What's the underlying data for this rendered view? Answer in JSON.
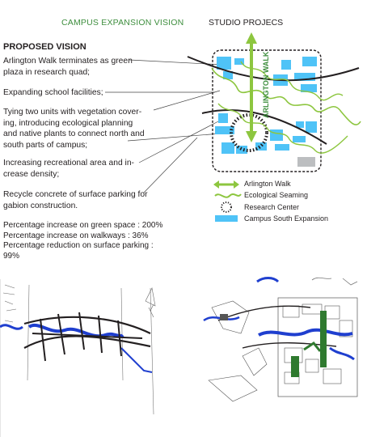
{
  "header": {
    "left_title": "CAMPUS EXPANSION VISION",
    "right_title": "STUDIO PROJECS"
  },
  "proposed_vision": {
    "title": "PROPOSED VISION",
    "paragraphs": [
      [
        "Arlington Walk terminates as green",
        "plaza in research quad;"
      ],
      [
        "Expanding  school facilities;"
      ],
      [
        "Tying two units with vegetation cover-",
        "ing, introducing ecological planning",
        "and native plants to connect north and",
        "south parts of campus;"
      ],
      [
        "Increasing recreational area and in-",
        "crease density;"
      ],
      [
        "Recycle concrete of surface parking for",
        "gabion construction."
      ]
    ]
  },
  "stats": [
    "Percentage increase on green space : 200%",
    "Percentage increase on walkways : 36%",
    "Percentage reduction on surface parking :",
    "99%"
  ],
  "diagram": {
    "axis_label": "ARLINGTON   WALK"
  },
  "legend": {
    "items": [
      {
        "label": "Arlington Walk",
        "symbol": "double-arrow-icon",
        "color": "#8dc63f"
      },
      {
        "label": "Ecological Seaming",
        "symbol": "wave-line-icon",
        "color": "#8dc63f"
      },
      {
        "label": "Research Center",
        "symbol": "dotted-ring-icon",
        "color": "#231f20"
      },
      {
        "label": "Campus South Expansion",
        "symbol": "blue-block-icon",
        "color": "#4fc3f7"
      }
    ]
  },
  "colors": {
    "green_header": "#3e8e3e",
    "walk_green": "#8dc63f",
    "expansion_blue": "#4fc3f7",
    "river_blue": "#1f3fcf",
    "sketch_green": "#2f7a2f"
  }
}
